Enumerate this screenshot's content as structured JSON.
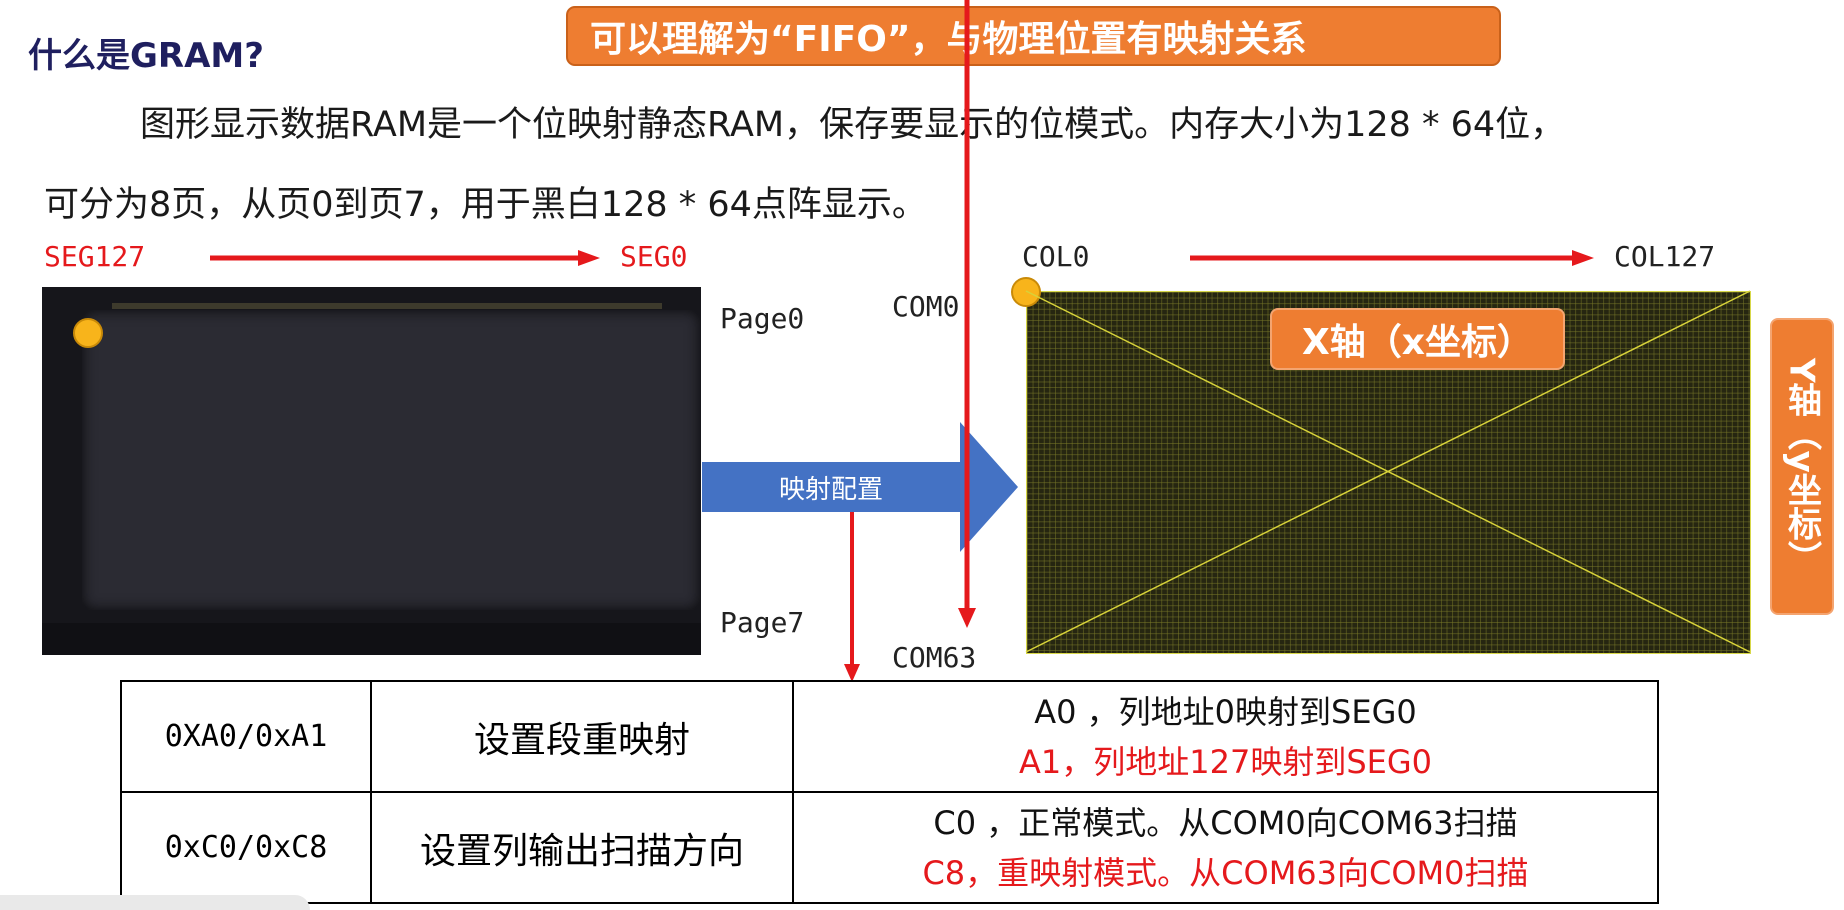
{
  "title": "什么是GRAM?",
  "callout": "可以理解为“FIFO”，与物理位置有映射关系",
  "paragraph": {
    "line1": "图形显示数据RAM是一个位映射静态RAM，保存要显示的位模式。内存大小为128 * 64位，",
    "line2": "可分为8页，从页0到页7，用于黑白128 * 64点阵显示。"
  },
  "left_diagram": {
    "seg_start": "SEG127",
    "seg_end": "SEG0",
    "page_top": "Page0",
    "page_bottom": "Page7"
  },
  "center": {
    "com_top": "COM0",
    "com_bottom": "COM63",
    "mapping_label": "映射配置"
  },
  "right_diagram": {
    "col_start": "COL0",
    "col_end": "COL127",
    "x_axis": "X轴（x坐标）",
    "y_axis": "Y轴（y坐标）"
  },
  "table": {
    "rows": [
      {
        "code": "0XA0/0xA1",
        "name": "设置段重映射",
        "desc_normal": "A0 ，列地址0映射到SEG0",
        "desc_remap": "A1，列地址127映射到SEG0"
      },
      {
        "code": "0xC0/0xC8",
        "name": "设置列输出扫描方向",
        "desc_normal": "C0 ，正常模式。从COM0向COM63扫描",
        "desc_remap": "C8，重映射模式。从COM63向COM0扫描"
      }
    ]
  },
  "colors": {
    "orange": "#ee7d31",
    "red": "#e5191c",
    "blue": "#4472c4",
    "marker": "#f8b41b"
  }
}
